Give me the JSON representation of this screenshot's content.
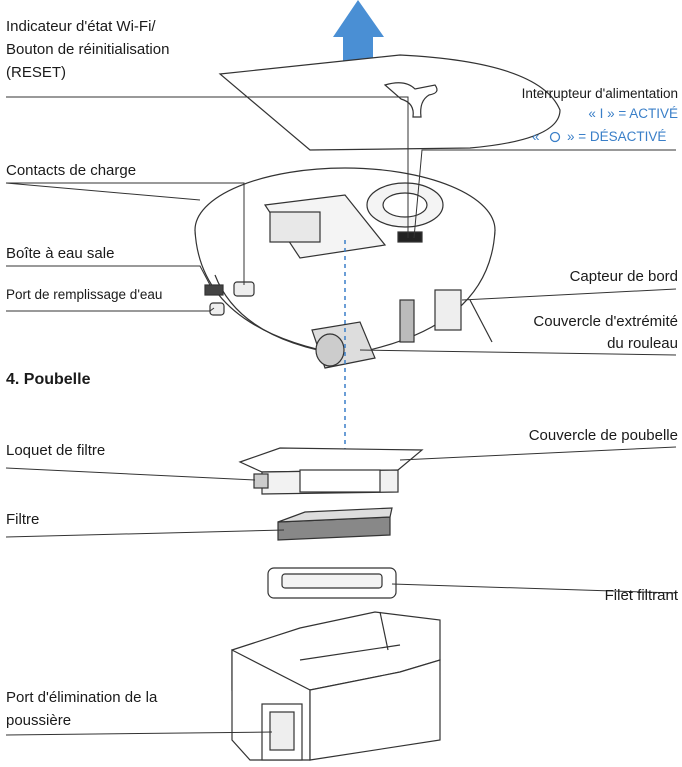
{
  "labels": {
    "wifi_line1": "Indicateur d'état Wi-Fi/",
    "wifi_line2": "Bouton de réinitialisation",
    "wifi_line3": "(RESET)",
    "power_title": "Interrupteur d'alimentation",
    "power_on": "« I » = ACTIVÉ",
    "power_off_prefix": "«",
    "power_off_suffix": "» = DÉSACTIVÉ",
    "charge_contacts": "Contacts de charge",
    "dirty_water": "Boîte à eau sale",
    "water_fill_port": "Port de remplissage d'eau",
    "edge_sensor": "Capteur de bord",
    "roller_cover_line1": "Couvercle d'extrémité",
    "roller_cover_line2": "du rouleau",
    "section_bin": "4. Poubelle",
    "filter_latch": "Loquet de filtre",
    "bin_cover": "Couvercle de poubelle",
    "filter": "Filtre",
    "filter_net": "Filet filtrant",
    "dust_port_line1": "Port d'élimination de la",
    "dust_port_line2": "poussière"
  },
  "colors": {
    "accent_blue": "#3a7fc8",
    "arrow_blue": "#4a8fd4",
    "line": "#333333"
  }
}
